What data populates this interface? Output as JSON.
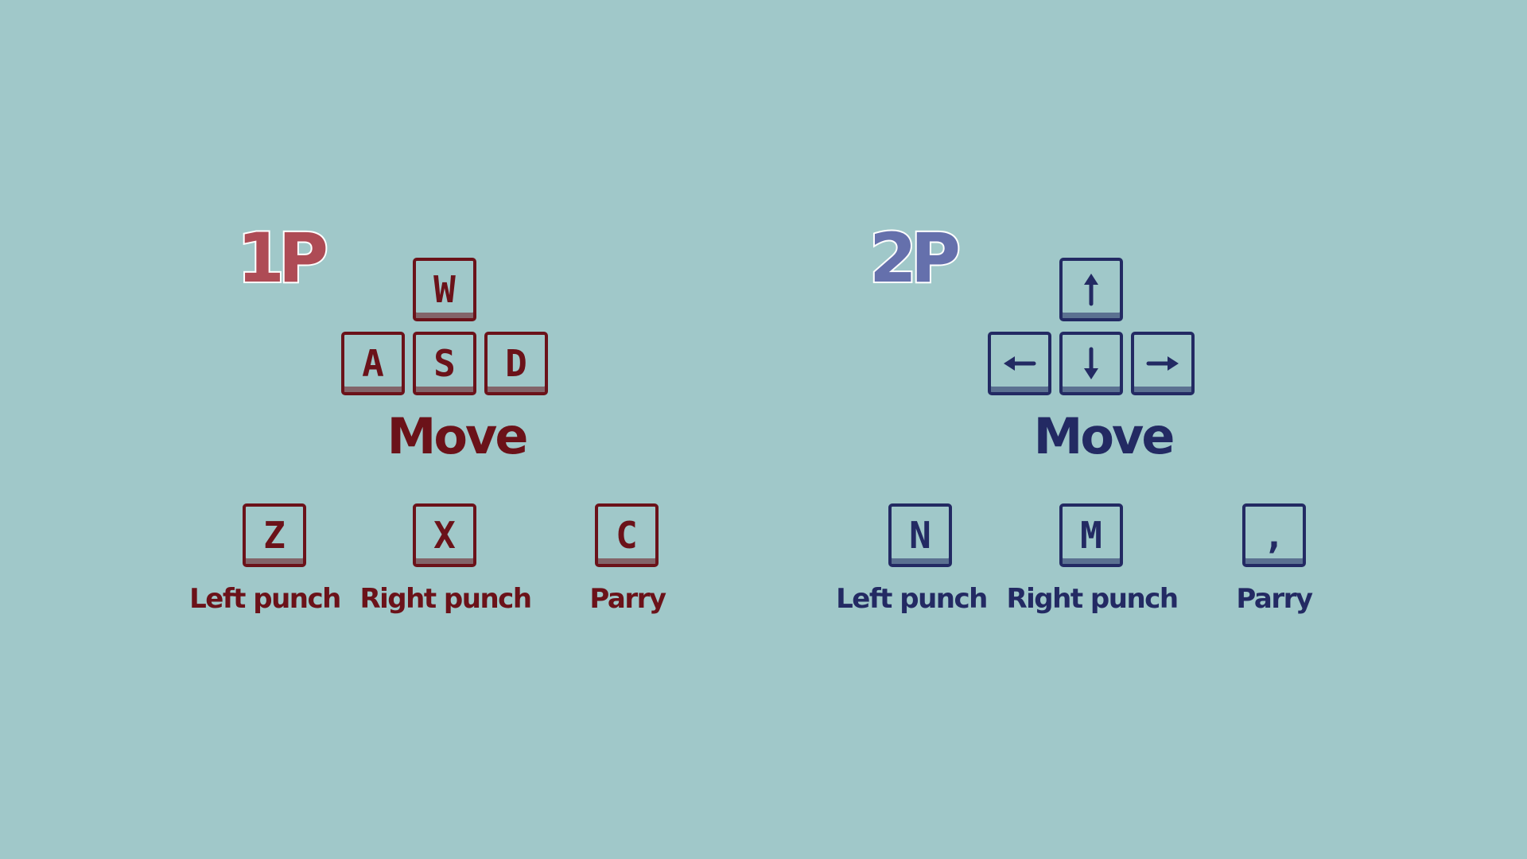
{
  "colors": {
    "background": "#a0c8c9",
    "p1_badge": "#ae4b55",
    "p1_ink": "#6b1219",
    "p2_badge": "#6570ac",
    "p2_ink": "#232a63",
    "badge_outline": "#ffffff"
  },
  "p1": {
    "badge": "1P",
    "move_keys": {
      "up": "W",
      "left": "A",
      "down": "S",
      "right": "D"
    },
    "move_label": "Move",
    "actions": [
      {
        "key": "Z",
        "label": "Left punch"
      },
      {
        "key": "X",
        "label": "Right punch"
      },
      {
        "key": "C",
        "label": "Parry"
      }
    ]
  },
  "p2": {
    "badge": "2P",
    "move_keys": {
      "up": "arrow-up-icon",
      "left": "arrow-left-icon",
      "down": "arrow-down-icon",
      "right": "arrow-right-icon"
    },
    "move_label": "Move",
    "actions": [
      {
        "key": "N",
        "label": "Left punch"
      },
      {
        "key": "M",
        "label": "Right punch"
      },
      {
        "key": ",",
        "label": "Parry"
      }
    ]
  }
}
